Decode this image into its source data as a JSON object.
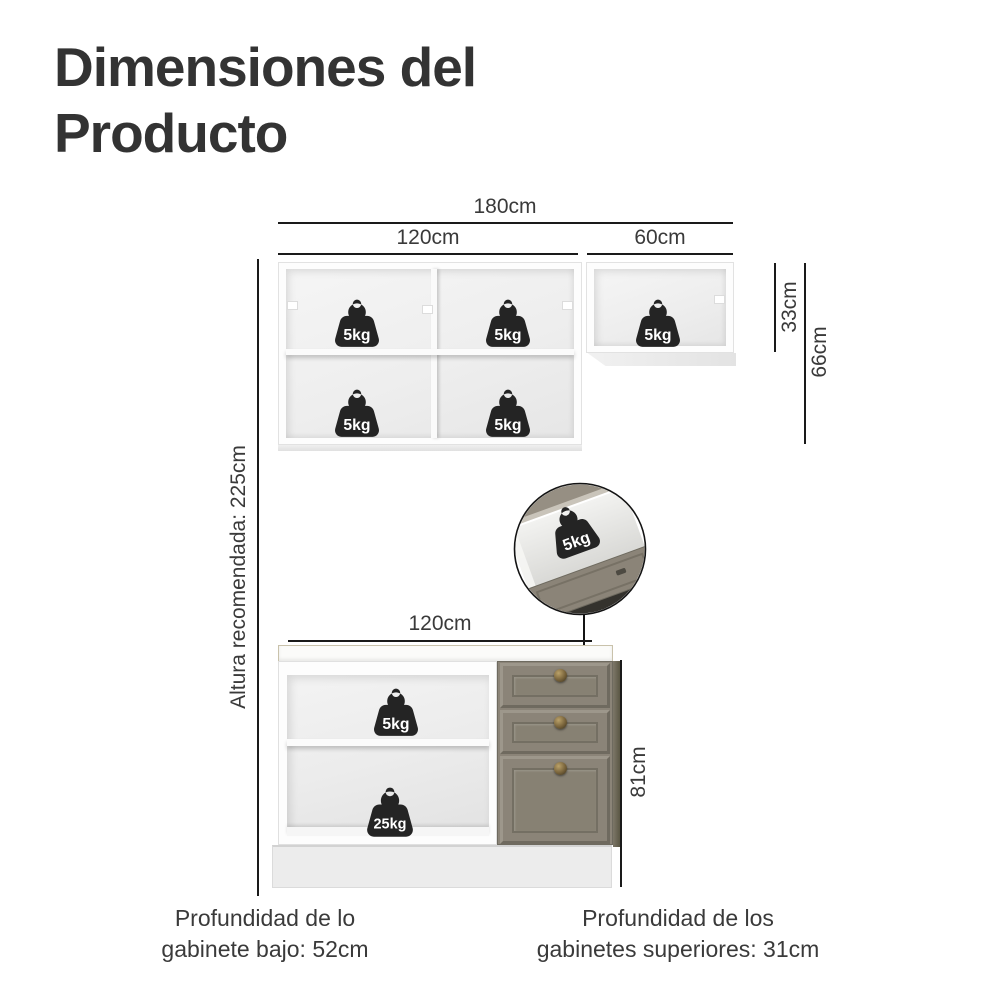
{
  "title": "Dimensiones del Producto",
  "upper_section": {
    "total_width_label": "180cm",
    "left_cabinet_width_label": "120cm",
    "right_cabinet_width_label": "60cm",
    "right_cabinet_height_label": "33cm",
    "left_cabinet_height_label": "66cm"
  },
  "height_note_label": "Altura recomendada: 225cm",
  "base_section": {
    "width_label": "120cm",
    "height_label": "81cm"
  },
  "weights": {
    "shelf_capacity": "5kg",
    "drawer_capacity": "5kg",
    "base_shelf_capacity": "5kg",
    "base_bottom_capacity": "25kg"
  },
  "footnotes": {
    "base_depth_line1": "Profundidad de lo",
    "base_depth_line2": "gabinete bajo: 52cm",
    "upper_depth_line1": "Profundidad de los",
    "upper_depth_line2": "gabinetes superiores: 31cm"
  },
  "colors": {
    "text": "#333333",
    "dimension_line": "#1a1a1a",
    "weight_fill": "#242424",
    "drawer_front": "#8b8478",
    "cabinet_interior": "#efefef",
    "plinth": "#ececec",
    "knob_bronze": "#8a7444"
  }
}
